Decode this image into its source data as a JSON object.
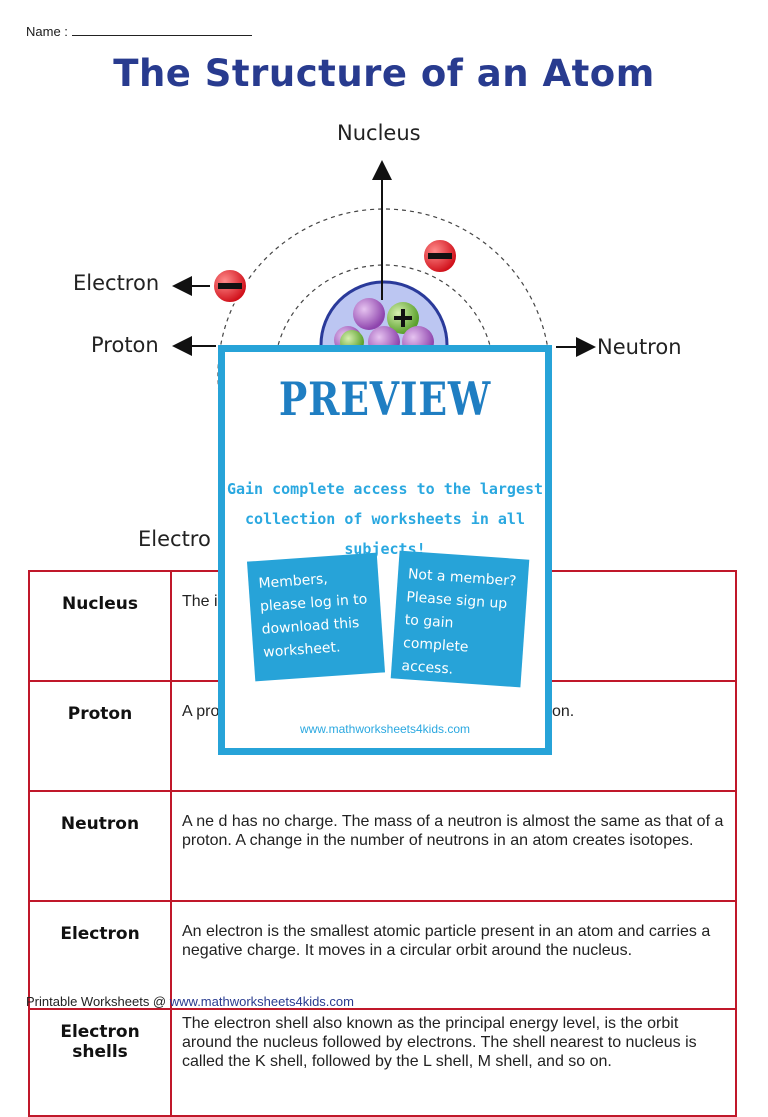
{
  "name_label": "Name :",
  "title": "The Structure of an Atom",
  "diagram": {
    "nucleus": "Nucleus",
    "electron": "Electron",
    "proton": "Proton",
    "neutron": "Neutron",
    "electron_shell": "Electro"
  },
  "table": [
    {
      "term": "Nucleus",
      "desc": "The                                                        is called the nucleus or at                                                       nd neutrons."
    },
    {
      "term": "Proton",
      "desc": "A pro                                                          atomic nucleus. Each proto                                                        posite to the electron."
    },
    {
      "term": "Neutron",
      "desc": "A ne                                                          d has no charge. The mass of a neutron is almost the same as that of a proton. A change in the number of neutrons in an atom creates isotopes."
    },
    {
      "term": "Electron",
      "desc": "An electron is the smallest atomic particle present in an atom and carries a negative charge. It moves in a circular orbit around the nucleus."
    },
    {
      "term": "Electron shells",
      "desc": "The electron shell also known as the principal energy level, is the orbit around the nucleus followed by electrons. The shell nearest to nucleus is called the K shell, followed by the L shell, M shell, and so on."
    }
  ],
  "footer": {
    "prefix": "Printable Worksheets @ ",
    "url": "www.mathworksheets4kids.com"
  },
  "preview": {
    "heading": "PREVIEW",
    "line1": "Gain complete access to the largest",
    "line2": "collection of worksheets in all subjects!",
    "members": "Members, please log in to download this worksheet.",
    "non_members": "Not a member? Please sign up to gain complete access.",
    "site": "www.mathworksheets4kids.com"
  },
  "colors": {
    "title": "#283b8f",
    "table_border": "#c0182a",
    "preview_blue": "#27a3d8",
    "electron_red": "#e0202a",
    "proton_purple": "#9b59b6",
    "neutron_green": "#7cc242"
  }
}
